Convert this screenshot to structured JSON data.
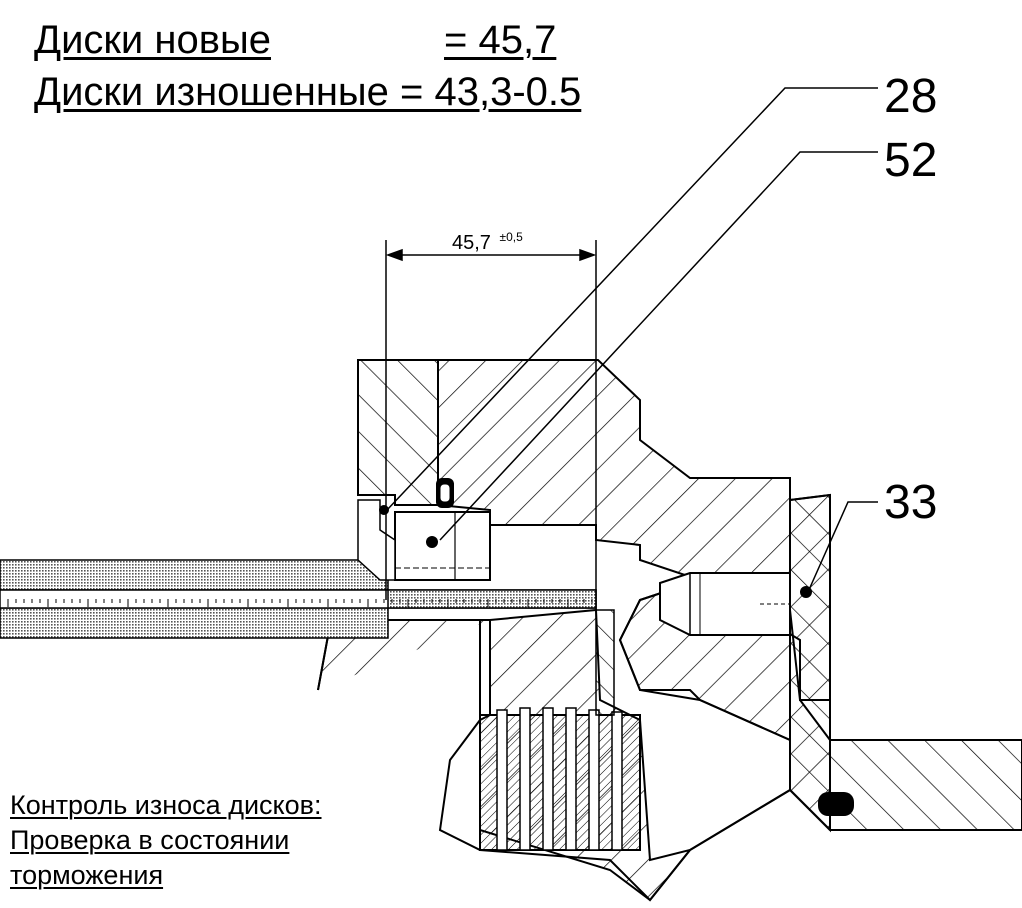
{
  "header": {
    "line1_label": "Диски новые",
    "line1_value": "= 45,7",
    "line2": "Диски изношенные = 43,3-0.5"
  },
  "callouts": [
    "28",
    "52",
    "33"
  ],
  "dimension": {
    "value": "45,7",
    "tolerance": "±0,5"
  },
  "note": {
    "line1": "Контроль износа дисков:",
    "line2": "Проверка в состоянии",
    "line3": "торможения"
  },
  "colors": {
    "ink": "#000000",
    "hatch": "#000000",
    "fill_gray": "#b8b8b8",
    "background": "#ffffff"
  }
}
